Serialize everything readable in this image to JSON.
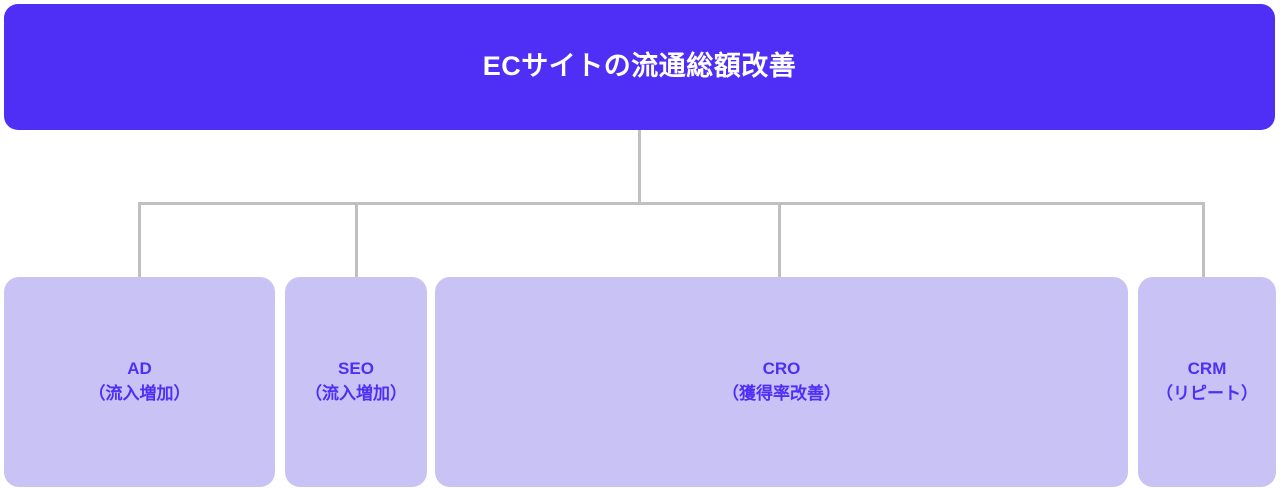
{
  "diagram": {
    "type": "hierarchy-tree",
    "title": "ECサイトの流通総額改善",
    "colors": {
      "root_background": "#4f2ff5",
      "root_text": "#ffffff",
      "child_background": "#c9c2f5",
      "child_text": "#4f2ff5",
      "connector": "#c0c0c0",
      "canvas": "#ffffff"
    },
    "root": {
      "label": "ECサイトの流通総額改善"
    },
    "children": [
      {
        "id": "ad",
        "name": "AD",
        "note": "（流入増加）"
      },
      {
        "id": "seo",
        "name": "SEO",
        "note": "（流入増加）"
      },
      {
        "id": "cro",
        "name": "CRO",
        "note": "（獲得率改善）"
      },
      {
        "id": "crm",
        "name": "CRM",
        "note": "（リピート）"
      }
    ]
  }
}
